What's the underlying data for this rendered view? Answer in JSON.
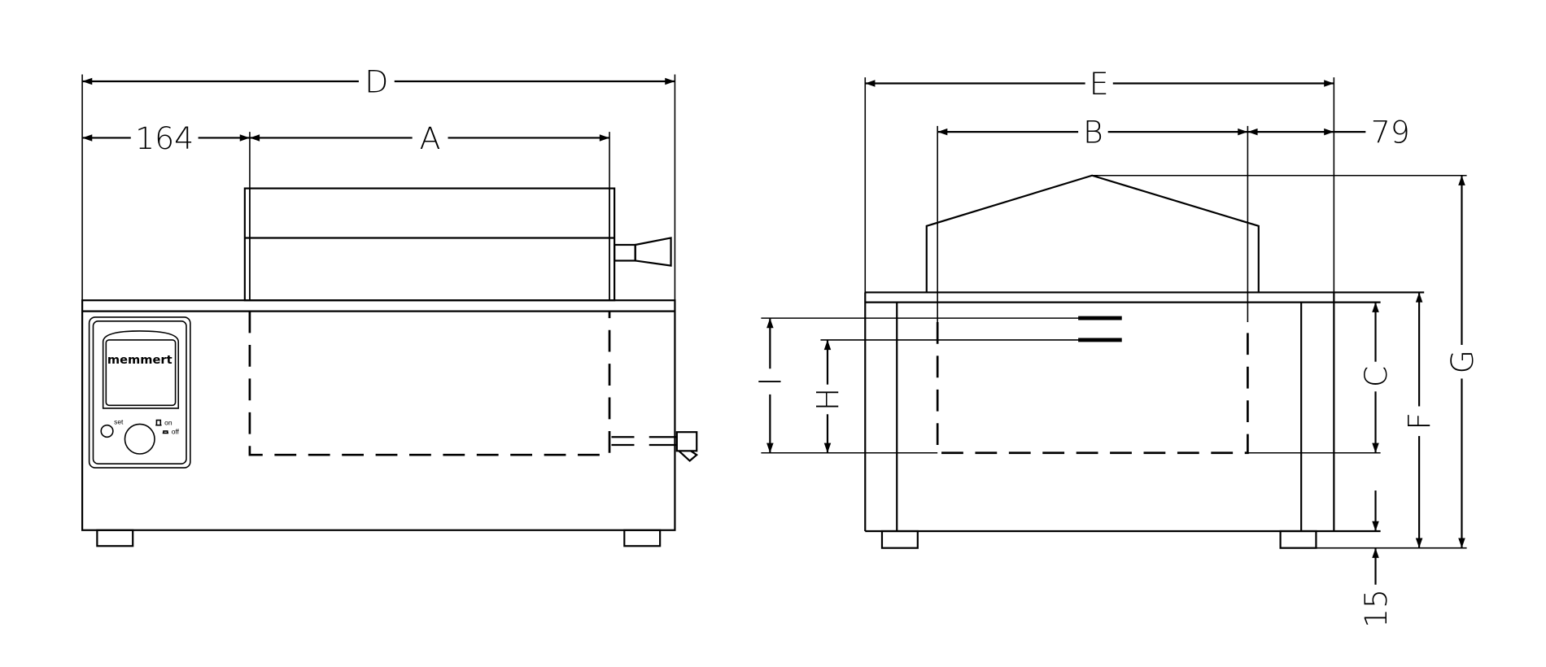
{
  "diagram": {
    "title": "memmert water bath dimension drawing",
    "front_view": {
      "dim_overall_width": "D",
      "dim_offset": "164",
      "dim_tank_width": "A"
    },
    "side_view": {
      "dim_overall_depth": "E",
      "dim_tank_depth": "B",
      "dim_rear_offset": "79",
      "dim_fill_level_max": "I",
      "dim_fill_level_min": "H",
      "dim_tank_height": "C",
      "dim_body_height": "F",
      "dim_total_height": "G",
      "dim_foot_height": "15"
    },
    "control_panel": {
      "brand": "memmert",
      "set_label": "set",
      "on_label": "on",
      "off_label": "off"
    }
  }
}
